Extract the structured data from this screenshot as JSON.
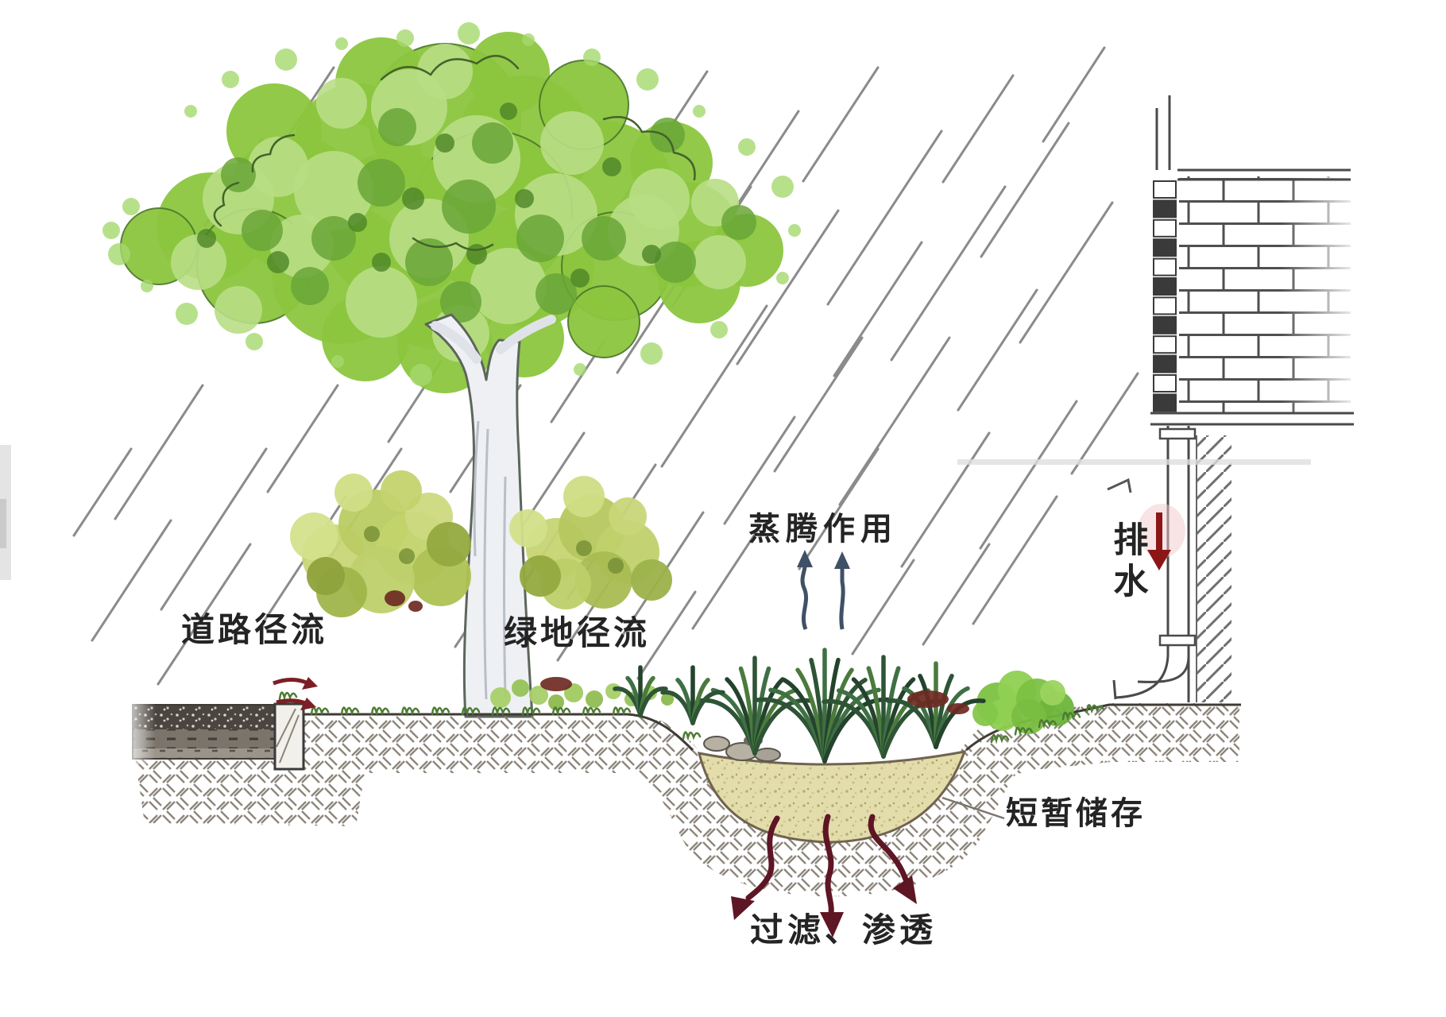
{
  "labels": {
    "road_runoff": "道路径流",
    "green_space_runoff": "绿地径流",
    "transpiration": "蒸腾作用",
    "drainage": "排水",
    "temporary_storage": "短暂储存",
    "filtration_infiltration": "过滤、渗透"
  },
  "colors": {
    "foliage_green": "#8cc63f",
    "foliage_light": "#b8de85",
    "foliage_dark": "#68a637",
    "bush_yellow_green": "#c4d36e",
    "marsh_plant_green": "#2e5435",
    "bright_shrub_green": "#7cc142",
    "trunk_gray": "#eef0f4",
    "sand_fill": "#e3dcab",
    "soil_hatch_gray": "#8d867c",
    "asphalt_dark": "#4a463f",
    "rain_line_gray": "#8b8b8b",
    "runoff_arrow_red": "#7c1f24",
    "infiltration_arrow_red": "#5e1524",
    "transpiration_arrow_blue": "#3f5166",
    "downspout_arrow_red": "#8c1616",
    "label_text": "#242424"
  }
}
